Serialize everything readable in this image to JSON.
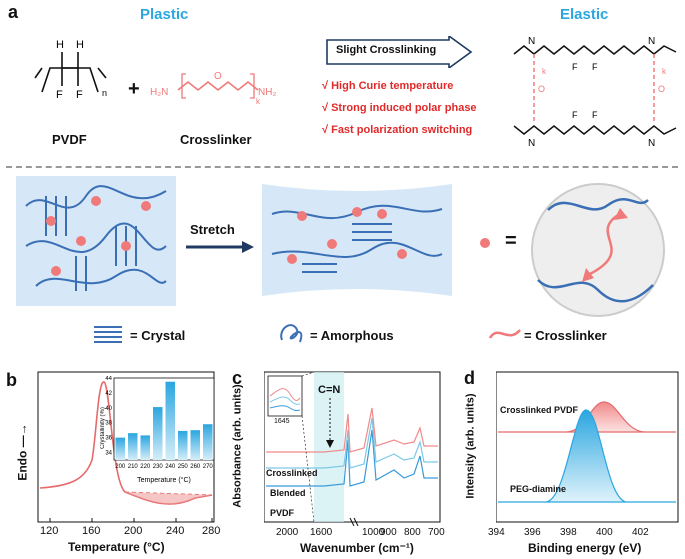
{
  "panel_a": {
    "letter": "a",
    "plastic_title": "Plastic",
    "elastic_title": "Elastic",
    "pvdf_label": "PVDF",
    "crosslinker_label": "Crosslinker",
    "plus": "+",
    "arrow_label": "Slight Crosslinking",
    "properties": [
      "√ High Curie temperature",
      "√ Strong induced polar phase",
      "√ Fast polarization switching"
    ],
    "stretch_label": "Stretch",
    "equals": "=",
    "legend_crystal": "= Crystal",
    "legend_amorphous": "= Amorphous",
    "legend_crosslinker": "= Crosslinker",
    "chem": {
      "H": "H",
      "F": "F",
      "n": "n",
      "k": "k",
      "N": "N",
      "O": "O",
      "NH2": "NH₂",
      "H2N": "H₂N"
    }
  },
  "panel_b": {
    "letter": "b",
    "ylabel": "Endo —→",
    "xlabel": "Temperature (°C)",
    "xticks": [
      "120",
      "160",
      "200",
      "240",
      "280"
    ],
    "inset_ylabel": "Crystallinity (%)",
    "inset_xlabel": "Temperature (°C)"
  },
  "panel_c": {
    "letter": "c",
    "ylabel": "Absorbance (arb. units)",
    "xlabel": "Wavenumber (cm⁻¹)",
    "xticks_left": [
      "2000",
      "1600"
    ],
    "xticks_right": [
      "800",
      "700"
    ],
    "xtick_1000": "1000",
    "xtick_900": "900",
    "annotation": "C=N",
    "inset_label": "1645",
    "series_labels": [
      "Crosslinked",
      "Blended",
      "PVDF"
    ]
  },
  "panel_d": {
    "letter": "d",
    "ylabel": "Intensity (arb. units)",
    "xlabel": "Binding energy (eV)",
    "xticks": [
      "394",
      "396",
      "398",
      "400",
      "402"
    ],
    "series_labels": [
      "Crosslinked PVDF",
      "PEG-diamine"
    ]
  },
  "chart_data": [
    {
      "type": "bar",
      "title": "",
      "xlabel": "Temperature (°C)",
      "ylabel": "Crystallinity (%)",
      "categories": [
        "200",
        "210",
        "220",
        "230",
        "240",
        "250",
        "260",
        "270"
      ],
      "values": [
        36.0,
        36.6,
        36.3,
        40.1,
        43.5,
        36.9,
        37.0,
        37.8
      ],
      "ylim": [
        33,
        44
      ],
      "yticks": [
        "34",
        "36",
        "38",
        "40",
        "42",
        "44"
      ]
    }
  ],
  "colors": {
    "blue": "#2aa6e0",
    "red": "#e02a2a",
    "pink": "#f07a7a",
    "navy": "#1f3b63",
    "chain": "#3a6fb5"
  }
}
